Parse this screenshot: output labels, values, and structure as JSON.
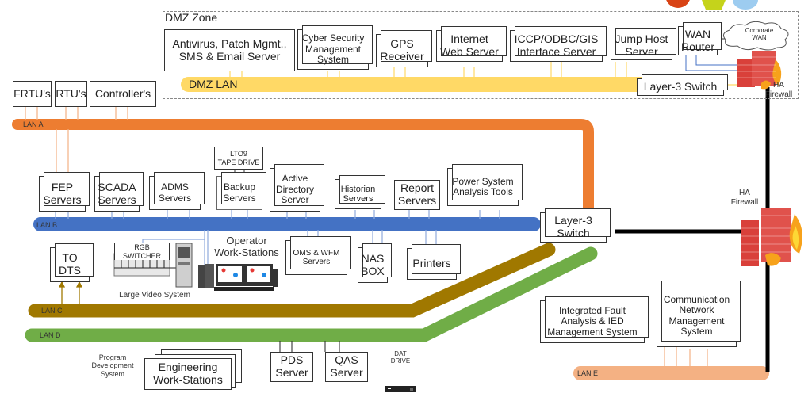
{
  "diagram": {
    "dmz_zone": {
      "title": "DMZ Zone",
      "lan_label": "DMZ LAN",
      "nodes": [
        {
          "id": "antivirus",
          "label": "Antivirus, Patch Mgmt.,\nSMS & Email  Server"
        },
        {
          "id": "cyber",
          "label": "Cyber Security\nManagement\nSystem"
        },
        {
          "id": "gps",
          "label": "GPS\nReceiver"
        },
        {
          "id": "internet",
          "label": "Internet\nWeb Server"
        },
        {
          "id": "iccp",
          "label": "ICCP/ODBC/GIS\nInterface Server"
        },
        {
          "id": "jumphost",
          "label": "Jump Host\nServer"
        },
        {
          "id": "wanrouter",
          "label": "WAN\nRouter"
        },
        {
          "id": "dmzswitch",
          "label": "Layer-3 Switch"
        }
      ],
      "cloud_label": "Corporate\nWAN",
      "firewall_label": "HA\nFirewall"
    },
    "field_devices": [
      {
        "id": "frtu",
        "label": "FRTU's"
      },
      {
        "id": "rtu",
        "label": "RTU's"
      },
      {
        "id": "controller",
        "label": "Controller's"
      }
    ],
    "lans": {
      "lan_a": {
        "label": "LAN A",
        "color": "#ED7D31"
      },
      "lan_b": {
        "label": "LAN B",
        "color": "#4472C4"
      },
      "lan_c": {
        "label": "LAN C",
        "color": "#A07800"
      },
      "lan_d": {
        "label": "LAN D",
        "color": "#70AD47"
      },
      "lan_e": {
        "label": "LAN E",
        "color": "#F4B183"
      },
      "dmz": {
        "color": "#FFD966"
      }
    },
    "lan_b_nodes": [
      {
        "id": "fep",
        "label": "FEP\nServers"
      },
      {
        "id": "scada",
        "label": "SCADA\nServers"
      },
      {
        "id": "adms",
        "label": "ADMS\nServers"
      },
      {
        "id": "tape",
        "label": "LTO9\nTAPE DRIVE"
      },
      {
        "id": "backup",
        "label": "Backup\nServers"
      },
      {
        "id": "ad",
        "label": "Active\nDirectory\nServer"
      },
      {
        "id": "historian",
        "label": "Historian\nServers"
      },
      {
        "id": "report",
        "label": "Report\nServers"
      },
      {
        "id": "pst",
        "label": "Power System\nAnalysis Tools"
      }
    ],
    "core_switch": {
      "label": "Layer-3\nSwitch"
    },
    "core_firewall": {
      "label": "HA\nFirewall"
    },
    "lower_nodes": [
      {
        "id": "dts",
        "label": "TO\nDTS"
      },
      {
        "id": "rgb",
        "label": "RGB\nSWITCHER"
      },
      {
        "id": "lvs",
        "label": "Large Video System"
      },
      {
        "id": "ows",
        "label": "Operator\nWork-Stations"
      },
      {
        "id": "oms",
        "label": "OMS & WFM\nServers"
      },
      {
        "id": "nas",
        "label": "NAS\nBOX"
      },
      {
        "id": "printers",
        "label": "Printers"
      }
    ],
    "lan_d_nodes": [
      {
        "id": "pds_label",
        "label": "Program\nDevelopment\nSystem"
      },
      {
        "id": "ews",
        "label": "Engineering\nWork-Stations"
      },
      {
        "id": "pds",
        "label": "PDS\nServer"
      },
      {
        "id": "qas",
        "label": "QAS\nServer"
      },
      {
        "id": "dat",
        "label": "DAT\nDRIVE"
      }
    ],
    "lan_e_nodes": [
      {
        "id": "ifa",
        "label": "Integrated Fault\nAnalysis & IED\nManagement System"
      },
      {
        "id": "cnms",
        "label": "Communication\nNetwork\nManagement\nSystem"
      }
    ]
  }
}
